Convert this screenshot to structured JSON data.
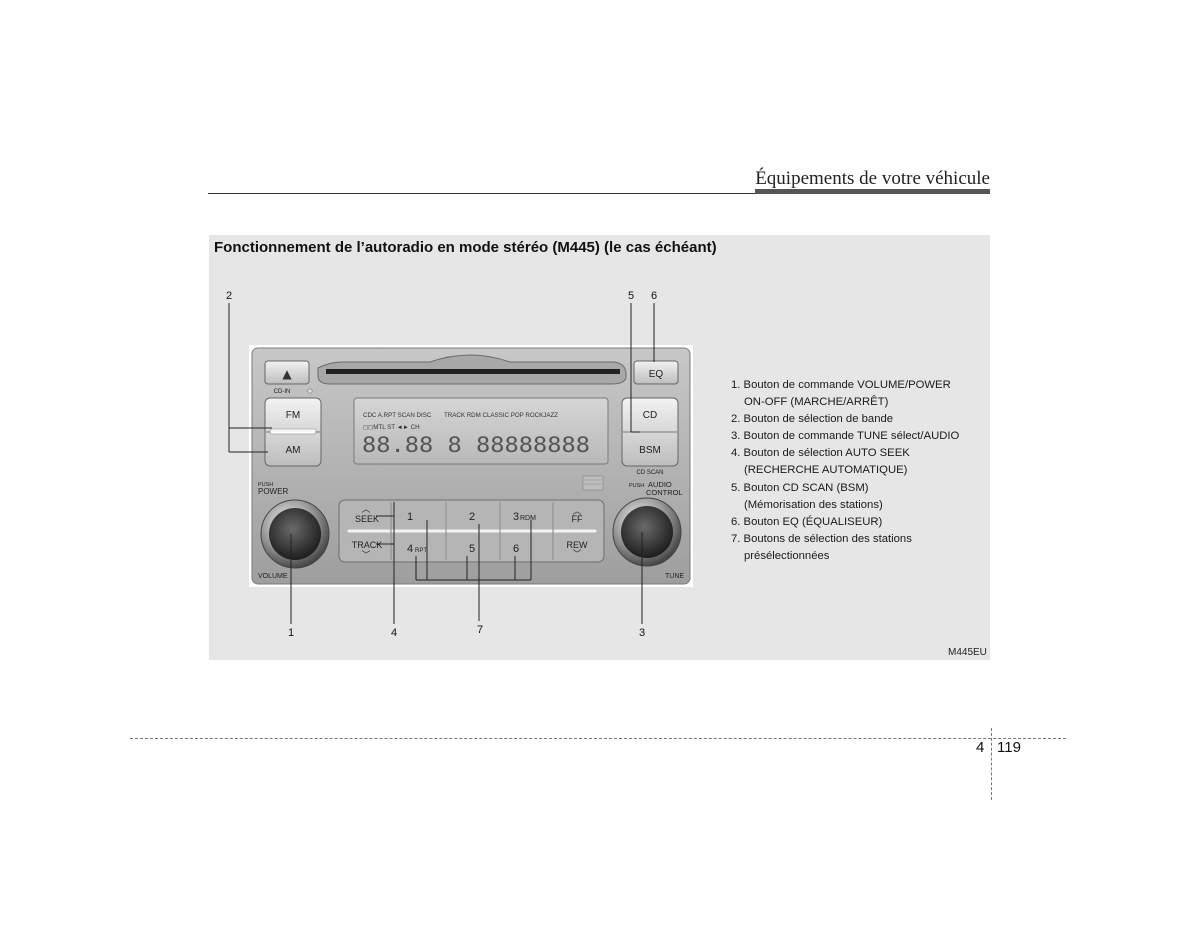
{
  "header": {
    "title": "Équipements de votre véhicule"
  },
  "section": {
    "title": "Fonctionnement de l’autoradio en mode stéréo (M445) (le cas échéant)"
  },
  "radio": {
    "eject_label": "▲",
    "cd_in_label": "CD-IN",
    "fm_label": "FM",
    "am_label": "AM",
    "eq_label": "EQ",
    "cd_label": "CD",
    "bsm_label": "BSM",
    "cd_scan_label": "CD SCAN",
    "push_power_small": "PUSH",
    "power_label": "POWER",
    "push_audio_small": "PUSH",
    "audio_label": "AUDIO",
    "control_label": "CONTROL",
    "volume_label": "VOLUME",
    "tune_label": "TUNE",
    "seek_label": "SEEK",
    "track_label": "TRACK",
    "ff_label": "FF",
    "rew_label": "REW",
    "preset_1": "1",
    "preset_2": "2",
    "preset_3": "3",
    "preset_3_sub": "RDM",
    "preset_4": "4",
    "preset_4_sub": "RPT",
    "preset_5": "5",
    "preset_6": "6",
    "display_row1_left": "CDC A.RPT SCAN DISC",
    "display_row1_right": "TRACK RDM CLASSIC POP  ROCKJAZZ",
    "display_row2": "◻◻MTL ST  ◄►  CH",
    "display_digits": "88.88 8 88888888"
  },
  "callouts": {
    "c1": "1",
    "c2": "2",
    "c3": "3",
    "c4": "4",
    "c5": "5",
    "c6": "6",
    "c7": "7"
  },
  "descriptions": [
    "1. Bouton de commande VOLUME/POWER",
    "ON-OFF (MARCHE/ARRÊT)",
    "2. Bouton de sélection de bande",
    "3. Bouton de commande TUNE sélect/AUDIO",
    "4. Bouton de sélection AUTO SEEK",
    "(RECHERCHE AUTOMATIQUE)",
    "5. Bouton CD SCAN (BSM)",
    "(Mémorisation des stations)",
    "6. Bouton EQ (ÉQUALISEUR)",
    "7. Boutons de sélection des stations",
    "présélectionnées"
  ],
  "figure_code": "M445EU",
  "page": {
    "chapter": "4",
    "number": "119"
  }
}
